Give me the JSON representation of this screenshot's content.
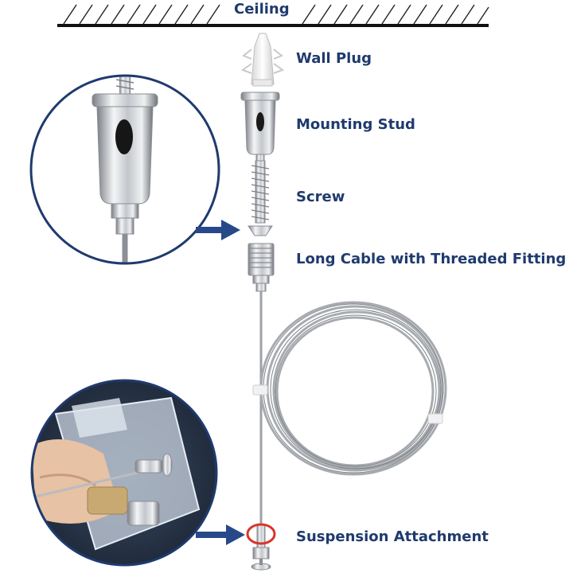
{
  "ceiling_label": "Ceiling",
  "parts": [
    {
      "label": "Wall Plug"
    },
    {
      "label": "Mounting Stud"
    },
    {
      "label": "Screw"
    },
    {
      "label": "Long Cable with Threaded Fitting"
    },
    {
      "label": "Suspension Attachment"
    }
  ],
  "colors": {
    "label_text": "#1f3a6e",
    "ceiling_text": "#1f3a6e",
    "arrow": "#27498a",
    "circle_border": "#1f3a6e",
    "highlight_ring": "#d9342b",
    "metal": "#b9bcc1",
    "ceiling_line": "#111111"
  },
  "insets": [
    {
      "subject": "mounting-stud-closeup"
    },
    {
      "subject": "suspension-attachment-closeup"
    }
  ]
}
